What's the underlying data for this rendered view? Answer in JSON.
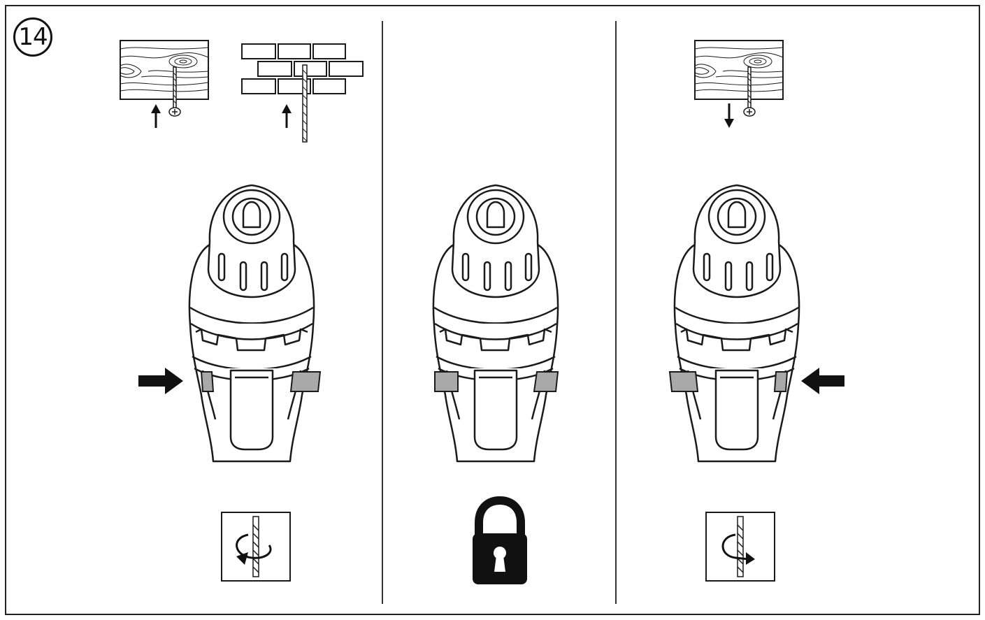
{
  "step": {
    "number": "14"
  },
  "colors": {
    "line": "#1a1a1a",
    "selector": "#a9a9a9",
    "arrow": "#111111",
    "lock": "#111111"
  },
  "panels": [
    {
      "id": "forward",
      "icons": [
        "wood-screw-up-icon",
        "brick-drill-bit-up-icon",
        "drill-front-view-icon",
        "push-arrow-right-icon",
        "forward-rotation-icon"
      ]
    },
    {
      "id": "lock",
      "icons": [
        "drill-front-view-icon",
        "padlock-icon"
      ]
    },
    {
      "id": "reverse",
      "icons": [
        "wood-screw-down-icon",
        "drill-front-view-icon",
        "push-arrow-left-icon",
        "reverse-rotation-icon"
      ]
    }
  ]
}
